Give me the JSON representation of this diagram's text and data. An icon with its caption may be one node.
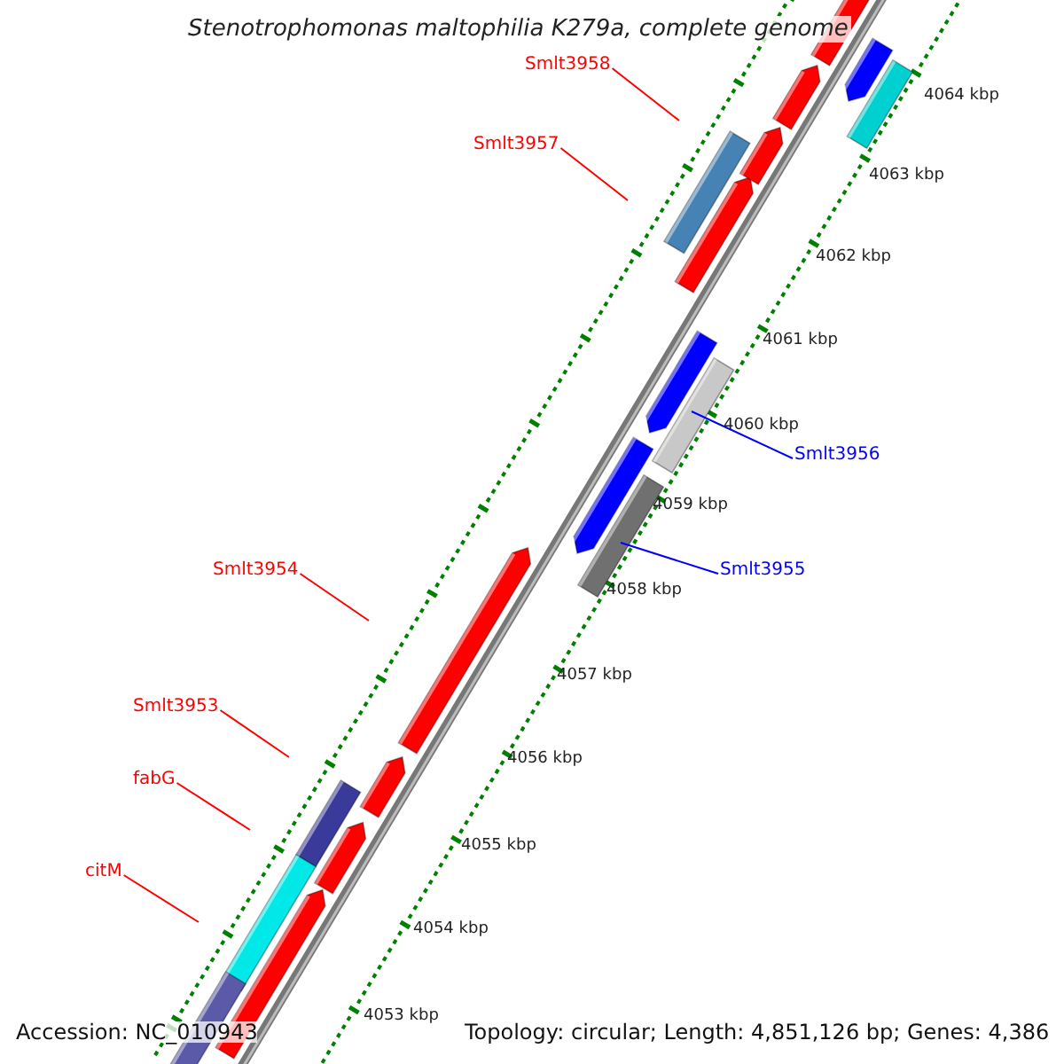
{
  "diagram": {
    "title": "Stenotrophomonas maltophilia K279a, complete genome",
    "nodes": [
      {
        "text": [
          "Smlt3958"
        ]
      },
      {
        "text": [
          "Smlt3957"
        ]
      },
      {
        "text": [
          "Smlt3956"
        ]
      },
      {
        "text": [
          "Smlt3955"
        ]
      },
      {
        "text": [
          "Smlt3954"
        ]
      },
      {
        "text": [
          "Smlt3953"
        ]
      },
      {
        "text": [
          "fabG"
        ]
      },
      {
        "text": [
          "citM"
        ]
      }
    ],
    "edges": [
      {
        "from": 0,
        "to": null,
        "arrow": "none"
      },
      {
        "from": 1,
        "to": null,
        "arrow": "none"
      },
      {
        "from": 2,
        "to": null,
        "arrow": "none",
        "color": "#0000ff"
      },
      {
        "from": 3,
        "to": null,
        "arrow": "none",
        "color": "#0000ff"
      },
      {
        "from": 4,
        "to": null,
        "arrow": "none"
      },
      {
        "from": 5,
        "to": null,
        "arrow": "none"
      },
      {
        "from": 6,
        "to": null,
        "arrow": "none"
      },
      {
        "from": 7,
        "to": null,
        "arrow": "none"
      }
    ],
    "labels": [
      "4064 kbp",
      "4063 kbp",
      "4062 kbp",
      "4061 kbp",
      "4060 kbp",
      "4059 kbp",
      "4058 kbp",
      "4057 kbp",
      "4056 kbp",
      "4055 kbp",
      "4054 kbp",
      "4053 kbp",
      "Accession: NC_010943",
      "Topology: circular; Length: 4,851,126 bp; Genes: 4,386"
    ]
  }
}
